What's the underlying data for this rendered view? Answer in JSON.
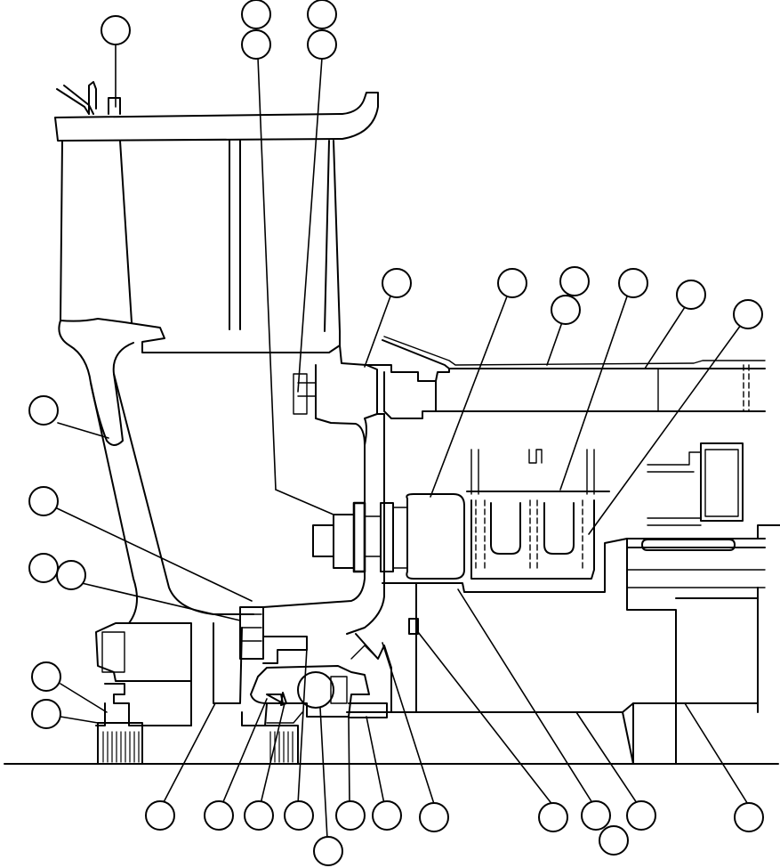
{
  "figure": {
    "kind": "cross-section exploded parts diagram",
    "callouts": [
      {
        "id": "c01"
      },
      {
        "id": "c02"
      },
      {
        "id": "c03"
      },
      {
        "id": "c04"
      },
      {
        "id": "c05"
      },
      {
        "id": "c06"
      },
      {
        "id": "c07"
      },
      {
        "id": "c08"
      },
      {
        "id": "c09"
      },
      {
        "id": "c10"
      },
      {
        "id": "c11"
      },
      {
        "id": "c12"
      },
      {
        "id": "c13"
      },
      {
        "id": "c14"
      },
      {
        "id": "c15"
      },
      {
        "id": "c16"
      },
      {
        "id": "c17"
      },
      {
        "id": "c18"
      },
      {
        "id": "c19"
      },
      {
        "id": "c20"
      },
      {
        "id": "c21"
      },
      {
        "id": "c22"
      },
      {
        "id": "c23"
      },
      {
        "id": "c24"
      },
      {
        "id": "c25"
      },
      {
        "id": "c26"
      },
      {
        "id": "c27"
      },
      {
        "id": "c28"
      },
      {
        "id": "c29"
      },
      {
        "id": "c30"
      },
      {
        "id": "c31"
      },
      {
        "id": "c32"
      },
      {
        "id": "c33"
      }
    ],
    "callout_labels_visible": false
  }
}
